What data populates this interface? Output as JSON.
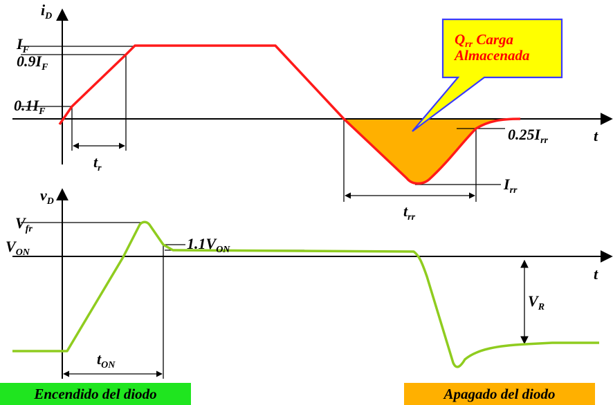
{
  "labels": {
    "id_axis": "i",
    "id_sub": "D",
    "t_upper": "t",
    "t_lower": "t",
    "IF": "I",
    "IF_sub": "F",
    "p09IF": "0.9I",
    "p09IF_sub": "F",
    "p01IF": "0.1I",
    "p01IF_sub": "F",
    "tr": "t",
    "tr_sub": "r",
    "p025Irr": "0.25I",
    "p025Irr_sub": "rr",
    "Irr": "I",
    "Irr_sub": "rr",
    "trr": "t",
    "trr_sub": "rr",
    "vd_axis": "v",
    "vd_sub": "D",
    "Vfr": "V",
    "Vfr_sub": "fr",
    "VON": "V",
    "VON_sub": "ON",
    "p11VON": "1.1V",
    "p11VON_sub": "ON",
    "VR": "V",
    "VR_sub": "R",
    "tON": "t",
    "tON_sub": "ON"
  },
  "callout": {
    "qrr": "Q",
    "qrr_sub": "rr",
    "line1_rest": " Carga",
    "line2": "Almacenada"
  },
  "captions": {
    "turn_on": "Encendido del diodo",
    "turn_off": "Apagado del diodo"
  },
  "colors": {
    "current": "#ff1a1a",
    "voltage": "#8fcc1f",
    "charge_fill": "#ffb000",
    "callout_fill": "#ffff00",
    "callout_text": "#ff0000",
    "callout_border": "#3a3aff",
    "turn_on_bg": "#1fe51f",
    "turn_off_bg": "#ffb000"
  }
}
